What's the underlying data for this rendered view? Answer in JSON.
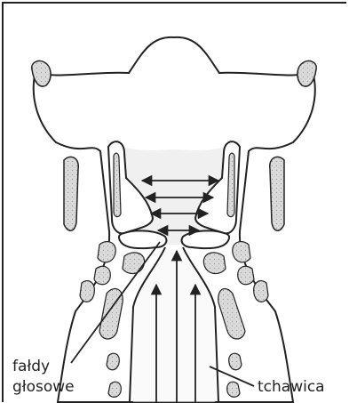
{
  "labels": {
    "vocal_folds_line1": "fałdy",
    "vocal_folds_line2": "głosowe",
    "trachea": "tchawica"
  },
  "colors": {
    "outline": "#222222",
    "cartilage_fill": "#d9d9d9",
    "shade": "#ececec",
    "background": "#ffffff"
  }
}
